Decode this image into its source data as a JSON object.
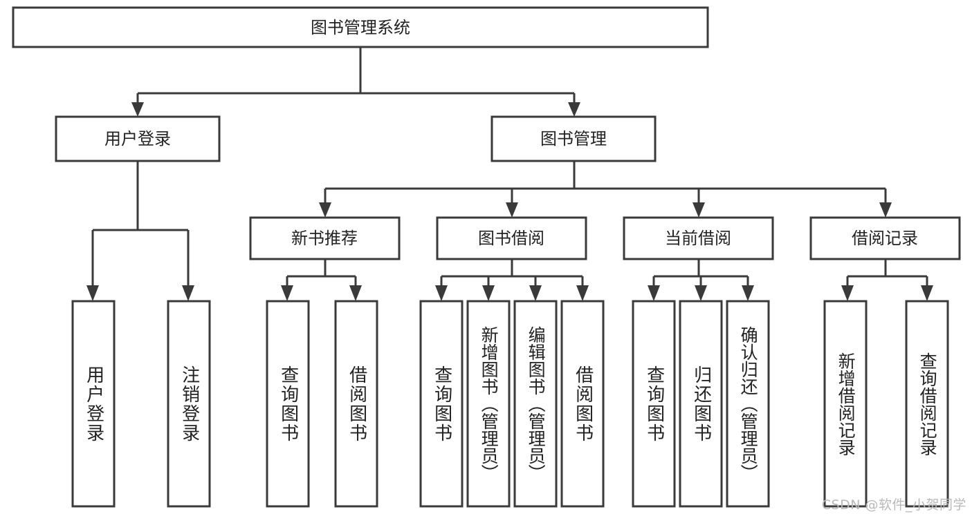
{
  "diagram": {
    "type": "tree",
    "title": "图书管理系统",
    "watermark": "CSDN @软件_小贺同学",
    "colors": {
      "stroke": "#3a3a3a",
      "fill": "#ffffff",
      "text": "#222222",
      "watermark": "#b9b9b9",
      "background": "#ffffff"
    },
    "levels": {
      "root": {
        "label": "图书管理系统"
      },
      "level2": [
        {
          "label": "用户登录"
        },
        {
          "label": "图书管理"
        }
      ],
      "level3": [
        {
          "label": "新书推荐"
        },
        {
          "label": "图书借阅"
        },
        {
          "label": "当前借阅"
        },
        {
          "label": "借阅记录"
        }
      ],
      "leaves": [
        {
          "label": "用户登录",
          "parent": "用户登录"
        },
        {
          "label": "注销登录",
          "parent": "用户登录"
        },
        {
          "label": "查询图书",
          "parent": "新书推荐"
        },
        {
          "label": "借阅图书",
          "parent": "新书推荐"
        },
        {
          "label": "查询图书",
          "parent": "图书借阅"
        },
        {
          "label": "新增图书（管理员）",
          "parent": "图书借阅"
        },
        {
          "label": "编辑图书（管理员）",
          "parent": "图书借阅"
        },
        {
          "label": "借阅图书",
          "parent": "图书借阅"
        },
        {
          "label": "查询图书",
          "parent": "当前借阅"
        },
        {
          "label": "归还图书",
          "parent": "当前借阅"
        },
        {
          "label": "确认归还（管理员）",
          "parent": "当前借阅"
        },
        {
          "label": "新增借阅记录",
          "parent": "借阅记录"
        },
        {
          "label": "查询借阅记录",
          "parent": "借阅记录"
        }
      ]
    }
  }
}
